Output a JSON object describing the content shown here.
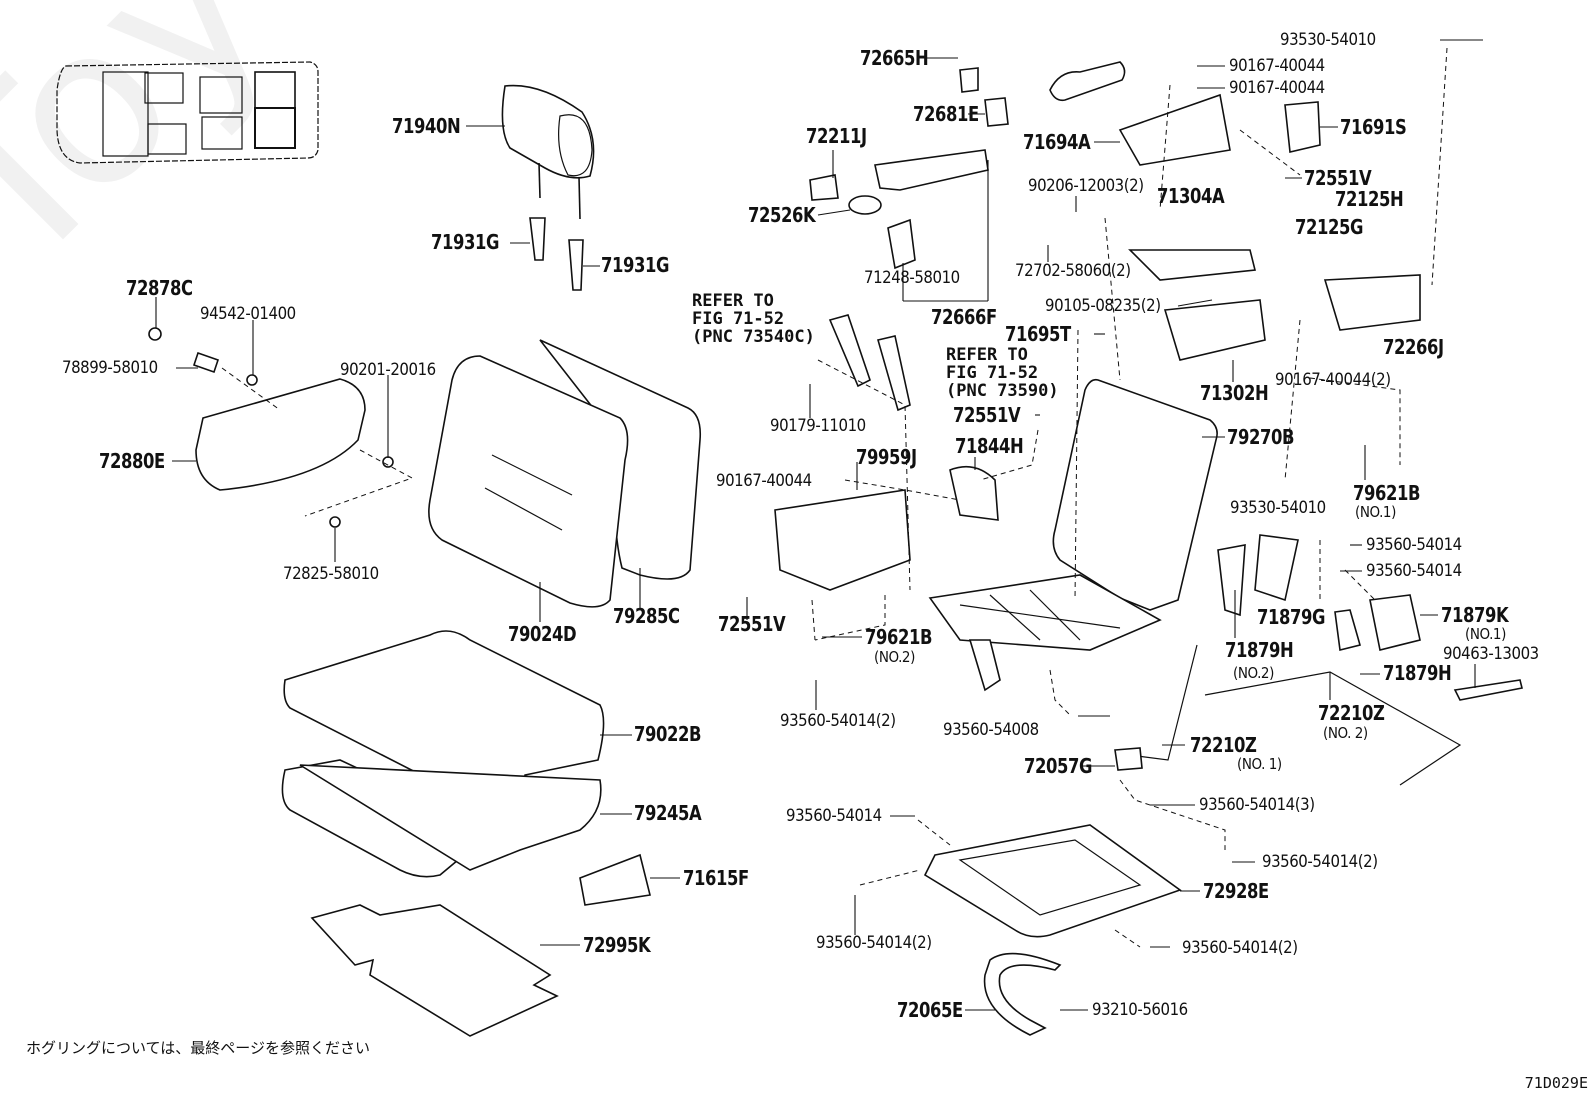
{
  "diagram": {
    "watermark": "ToyotaCarParts.ru",
    "figure_code": "71D029E",
    "footnote_jp": "ホグリングについては、最終ページを参照ください",
    "locator_icon": "vehicle-seat-locator-icon",
    "parts": [
      {
        "id": "71940N",
        "desc": "headrest"
      },
      {
        "id": "71931G",
        "desc": "headrest support (left)"
      },
      {
        "id": "71931G",
        "desc": "headrest support (right)"
      },
      {
        "id": "72878C",
        "desc": "clip"
      },
      {
        "id": "94542-01400",
        "desc": "washer"
      },
      {
        "id": "78899-58010",
        "desc": "screw"
      },
      {
        "id": "90201-20016",
        "desc": "washer"
      },
      {
        "id": "72880E",
        "desc": "armrest"
      },
      {
        "id": "72825-58010",
        "desc": "bushing"
      },
      {
        "id": "79024D",
        "desc": "seat back cover"
      },
      {
        "id": "79285C",
        "desc": "seat back pad"
      },
      {
        "id": "79022B",
        "desc": "seat cushion cover"
      },
      {
        "id": "79245A",
        "desc": "seat cushion pad"
      },
      {
        "id": "71615F",
        "desc": "bracket"
      },
      {
        "id": "72995K",
        "desc": "plate"
      },
      {
        "id": "72665H",
        "desc": "cap"
      },
      {
        "id": "72681E",
        "desc": "knob"
      },
      {
        "id": "72211J",
        "desc": "knob"
      },
      {
        "id": "72526K",
        "desc": "knob cap"
      },
      {
        "id": "71248-58010",
        "desc": "clip"
      },
      {
        "id": "72666F",
        "desc": "lever"
      },
      {
        "id": "71694A",
        "desc": "cover"
      },
      {
        "id": "90167-40044",
        "desc": "screw"
      },
      {
        "id": "90167-40044",
        "desc": "screw"
      },
      {
        "id": "93530-54010",
        "desc": "screw"
      },
      {
        "id": "71691S",
        "desc": "cover"
      },
      {
        "id": "72551V",
        "desc": "clip"
      },
      {
        "id": "72125H",
        "desc": "cushion"
      },
      {
        "id": "72125G",
        "desc": "cushion"
      },
      {
        "id": "90206-12003(2)",
        "desc": "washer"
      },
      {
        "id": "71304A",
        "desc": "hinge"
      },
      {
        "id": "72702-58060(2)",
        "desc": "bolt"
      },
      {
        "id": "90105-08235(2)",
        "desc": "bolt"
      },
      {
        "id": "72266J",
        "desc": "cover"
      },
      {
        "id": "71302H",
        "desc": "hinge"
      },
      {
        "id": "71695T",
        "desc": "clip"
      },
      {
        "id": "90179-11010",
        "desc": "nut"
      },
      {
        "id": "72551V",
        "desc": "clip"
      },
      {
        "id": "71844H",
        "desc": "cover"
      },
      {
        "id": "79959J",
        "desc": "cover"
      },
      {
        "id": "90167-40044",
        "desc": "screw"
      },
      {
        "id": "79270B",
        "desc": "seat frame"
      },
      {
        "id": "90167-40044(2)",
        "desc": "screw"
      },
      {
        "id": "79621B",
        "desc": "stopper",
        "note": "(NO.1)"
      },
      {
        "id": "93530-54010",
        "desc": "screw"
      },
      {
        "id": "93560-54014",
        "desc": "screw"
      },
      {
        "id": "93560-54014",
        "desc": "screw"
      },
      {
        "id": "72551V",
        "desc": "clip"
      },
      {
        "id": "79621B",
        "desc": "stopper",
        "note": "(NO.2)"
      },
      {
        "id": "93560-54014(2)",
        "desc": "screw"
      },
      {
        "id": "71879G",
        "desc": "cover"
      },
      {
        "id": "71879H",
        "desc": "cover",
        "note": "(NO.2)"
      },
      {
        "id": "71879K",
        "desc": "cover",
        "note": "(NO.1)"
      },
      {
        "id": "90463-13003",
        "desc": "clamp"
      },
      {
        "id": "71879H",
        "desc": "cover"
      },
      {
        "id": "72210Z",
        "desc": "cable",
        "note": "(NO. 2)"
      },
      {
        "id": "72210Z",
        "desc": "cable",
        "note": "(NO. 1)"
      },
      {
        "id": "93560-54008",
        "desc": "screw"
      },
      {
        "id": "72057G",
        "desc": "cable guide"
      },
      {
        "id": "93560-54014(3)",
        "desc": "screw"
      },
      {
        "id": "93560-54014",
        "desc": "screw"
      },
      {
        "id": "93560-54014(2)",
        "desc": "screw"
      },
      {
        "id": "72928E",
        "desc": "seat leg cover"
      },
      {
        "id": "93560-54014(2)",
        "desc": "screw"
      },
      {
        "id": "93560-54014(2)",
        "desc": "screw"
      },
      {
        "id": "72065E",
        "desc": "strap"
      },
      {
        "id": "93210-56016",
        "desc": "screw"
      }
    ],
    "references": [
      {
        "lines": [
          "REFER TO",
          "FIG 71-52",
          "(PNC 73540C)"
        ]
      },
      {
        "lines": [
          "REFER TO",
          "FIG 71-52",
          "(PNC 73590)"
        ]
      }
    ]
  }
}
